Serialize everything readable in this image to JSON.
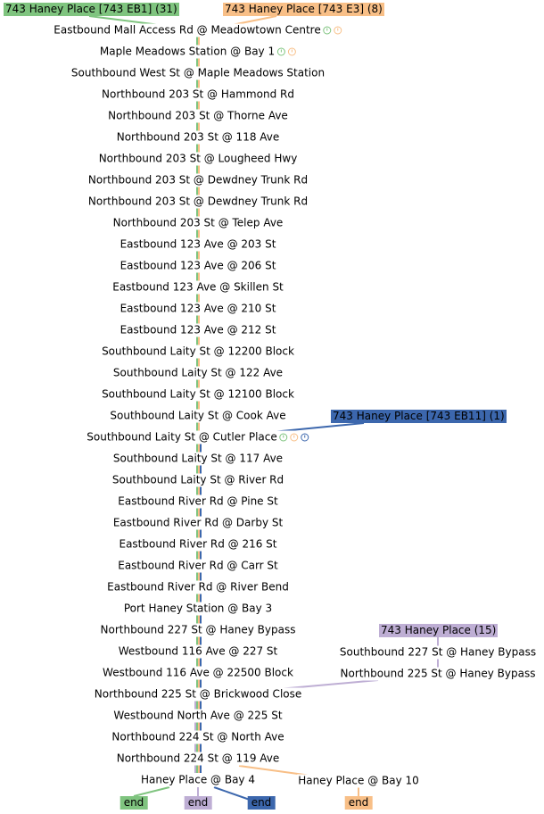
{
  "colors": {
    "green": "#7fc47f",
    "orange": "#f8bf87",
    "blue": "#3c67ad",
    "purple": "#beaed4"
  },
  "routes": [
    {
      "id": "eb1",
      "label": "743 Haney Place [743 EB1] (31)",
      "color": "#7fc47f"
    },
    {
      "id": "e3",
      "label": "743 Haney Place [743 E3] (8)",
      "color": "#f8bf87"
    },
    {
      "id": "eb11",
      "label": "743 Haney Place [743 EB11] (1)",
      "color": "#3c67ad"
    },
    {
      "id": "hp",
      "label": "743 Haney Place (15)",
      "color": "#beaed4"
    }
  ],
  "stops": [
    "Eastbound Mall Access Rd @ Meadowtown Centre",
    "Maple Meadows Station @ Bay 1",
    "Southbound West St @ Maple Meadows Station",
    "Northbound 203 St @ Hammond Rd",
    "Northbound 203 St @ Thorne Ave",
    "Northbound 203 St @ 118 Ave",
    "Northbound 203 St @ Lougheed Hwy",
    "Northbound 203 St @ Dewdney Trunk Rd",
    "Northbound 203 St @ Dewdney Trunk Rd",
    "Northbound 203 St @ Telep Ave",
    "Eastbound 123 Ave @ 203 St",
    "Eastbound 123 Ave @ 206 St",
    "Eastbound 123 Ave @ Skillen St",
    "Eastbound 123 Ave @ 210 St",
    "Eastbound 123 Ave @ 212 St",
    "Southbound Laity St @ 12200 Block",
    "Southbound Laity St @ 122 Ave",
    "Southbound Laity St @ 12100 Block",
    "Southbound Laity St @ Cook Ave",
    "Southbound Laity St @ Cutler Place",
    "Southbound Laity St @ 117 Ave",
    "Southbound Laity St @ River Rd",
    "Eastbound River Rd @ Pine St",
    "Eastbound River Rd @ Darby St",
    "Eastbound River Rd @ 216 St",
    "Eastbound River Rd @ Carr St",
    "Eastbound River Rd @ River Bend",
    "Port Haney Station @ Bay 3",
    "Northbound 227 St @ Haney Bypass",
    "Westbound 116 Ave @ 227 St",
    "Westbound 116 Ave @ 22500 Block",
    "Northbound 225 St @ Brickwood Close",
    "Westbound North Ave @ 225 St",
    "Northbound 224 St @ North Ave",
    "Northbound 224 St @ 119 Ave",
    "Haney Place @ Bay 4"
  ],
  "branch_stops": [
    "Southbound 227 St @ Haney Bypass",
    "Northbound 225 St @ Haney Bypass",
    "Haney Place @ Bay 10"
  ],
  "end_label": "end"
}
